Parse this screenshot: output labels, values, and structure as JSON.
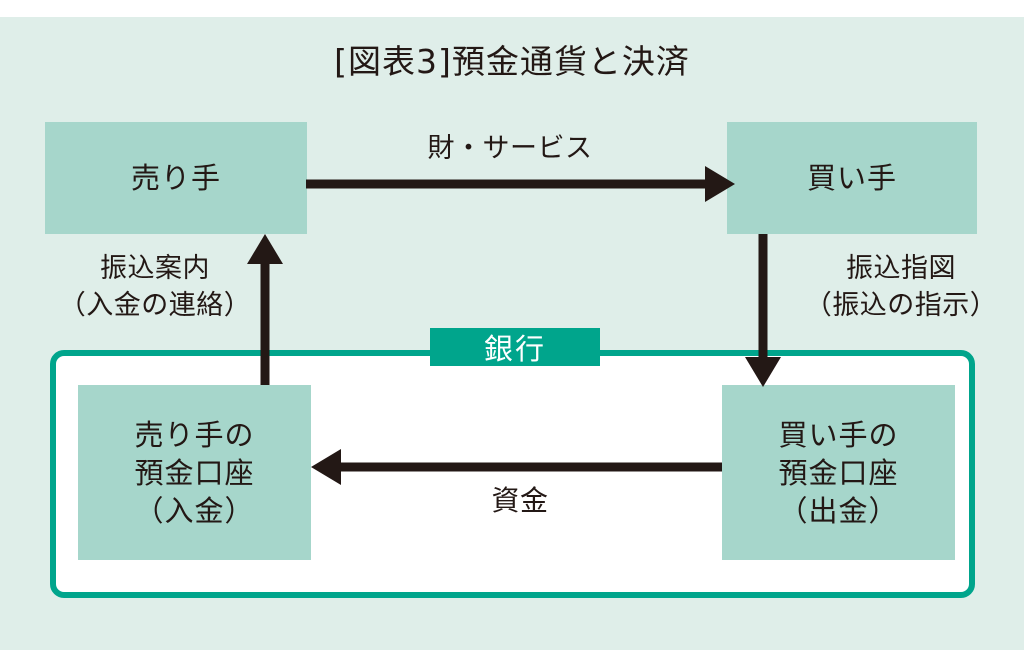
{
  "figure": {
    "title": "[図表3]預金通貨と決済",
    "background_color": "#dfeee9",
    "box_fill_color": "#a6d6cb",
    "accent_color": "#00a58c",
    "text_color": "#231815",
    "arrow_color": "#231815"
  },
  "nodes": {
    "seller": "売り手",
    "buyer": "買い手",
    "seller_account": "売り手の\n預金口座\n（入金）",
    "buyer_account": "買い手の\n預金口座\n（出金）",
    "bank": "銀行"
  },
  "flows": {
    "goods_services": "財・サービス",
    "transfer_notice": "振込案内\n（入金の連絡）",
    "transfer_order": "振込指図\n（振込の指示）",
    "funds": "資金"
  },
  "arrows": [
    {
      "name": "goods-services-arrow",
      "from": "seller",
      "to": "buyer",
      "direction": "right"
    },
    {
      "name": "transfer-order-arrow",
      "from": "buyer",
      "to": "buyer_account",
      "direction": "down"
    },
    {
      "name": "funds-arrow",
      "from": "buyer_account",
      "to": "seller_account",
      "direction": "left"
    },
    {
      "name": "transfer-notice-arrow",
      "from": "seller_account",
      "to": "seller",
      "direction": "up"
    }
  ]
}
